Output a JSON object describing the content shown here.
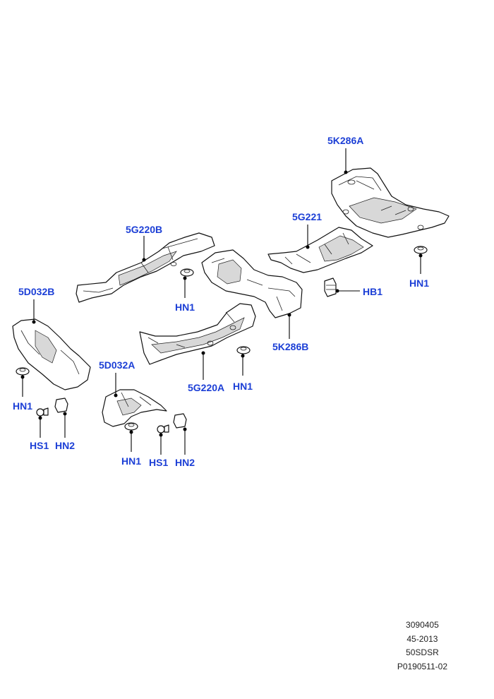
{
  "labels": {
    "p5K286A": "5K286A",
    "p5G221": "5G221",
    "p5G220B": "5G220B",
    "p5D032B": "5D032B",
    "p5K286B": "5K286B",
    "p5G220A": "5G220A",
    "p5D032A": "5D032A",
    "hb1": "HB1",
    "hn1_a": "HN1",
    "hn1_b": "HN1",
    "hn1_c": "HN1",
    "hn1_d": "HN1",
    "hn1_e": "HN1",
    "hs1_a": "HS1",
    "hs1_b": "HS1",
    "hn2_a": "HN2",
    "hn2_b": "HN2"
  },
  "footer": {
    "line1": "3090405",
    "line2": "45-2013",
    "line3": "50SDSR",
    "line4": "P0190511-02"
  },
  "colors": {
    "label": "#1c3fd6",
    "line": "#000000"
  }
}
